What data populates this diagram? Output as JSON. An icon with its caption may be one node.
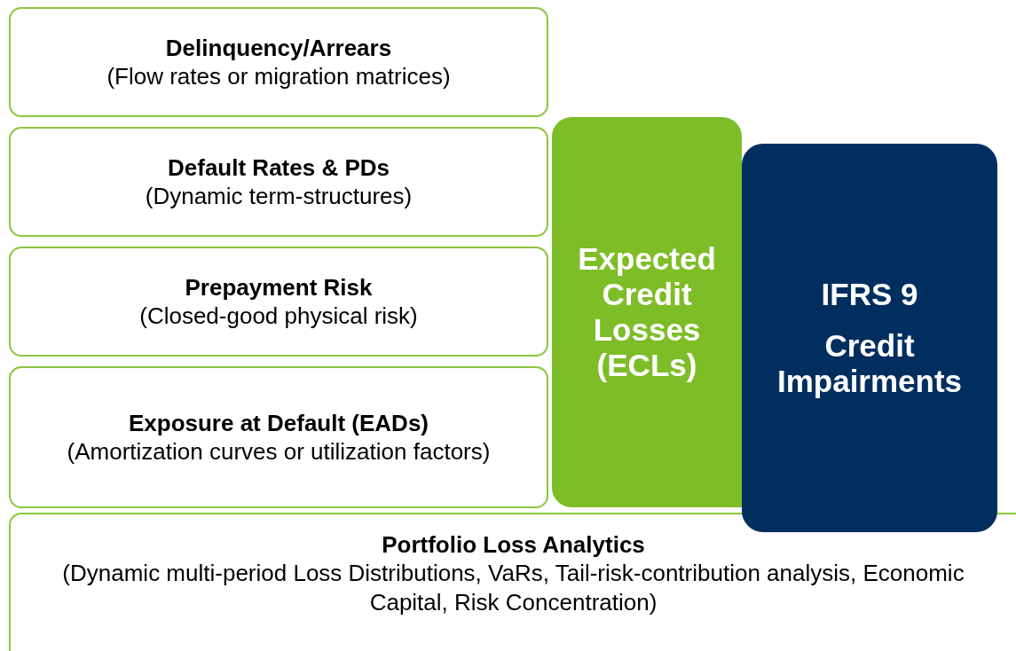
{
  "diagram": {
    "nodes": [
      {
        "text": [
          "Delinquency/Arrears",
          "(Flow rates or migration matrices)"
        ]
      },
      {
        "text": [
          "Default Rates & PDs",
          "(Dynamic term-structures)"
        ]
      },
      {
        "text": [
          "Prepayment Risk",
          "(Closed-good physical risk)"
        ]
      },
      {
        "text": [
          "Exposure at Default (EADs)",
          "(Amortization curves or utilization factors)"
        ]
      },
      {
        "text": [
          "Expected Credit Losses (ECLs)"
        ]
      },
      {
        "text": [
          "IFRS 9",
          "Credit Impairments"
        ]
      },
      {
        "text": [
          "Portfolio Loss Analytics",
          "(Dynamic multi-period Loss Distributions, VaRs, Tail-risk-contribution analysis, Economic Capital, Risk Concentration)"
        ]
      }
    ]
  }
}
